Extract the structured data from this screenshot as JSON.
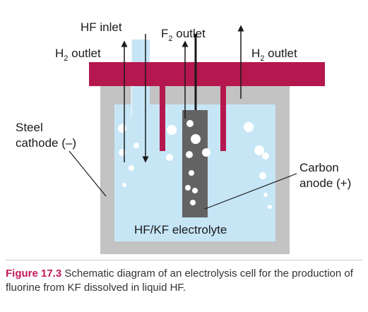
{
  "colors": {
    "electrolyte": "#c6e6f6",
    "steel": "#c3c3c3",
    "lid": "#b5174f",
    "anode": "#636363",
    "caption_accent": "#c2185b"
  },
  "labels": {
    "hf_inlet": "HF inlet",
    "f2_outlet_prefix": "F",
    "f2_outlet_sub": "2",
    "f2_outlet_suffix": " outlet",
    "h2_prefix": "H",
    "h2_sub": "2",
    "h2_suffix": " outlet",
    "steel_line1": "Steel",
    "steel_line2": "cathode (–)",
    "carbon_line1": "Carbon",
    "carbon_line2": "anode (+)",
    "electrolyte": "HF/KF electrolyte"
  },
  "caption": {
    "figure_label": "Figure 17.3",
    "text": " Schematic diagram of an electrolysis cell for the production of fluorine from KF dissolved in liquid HF."
  }
}
